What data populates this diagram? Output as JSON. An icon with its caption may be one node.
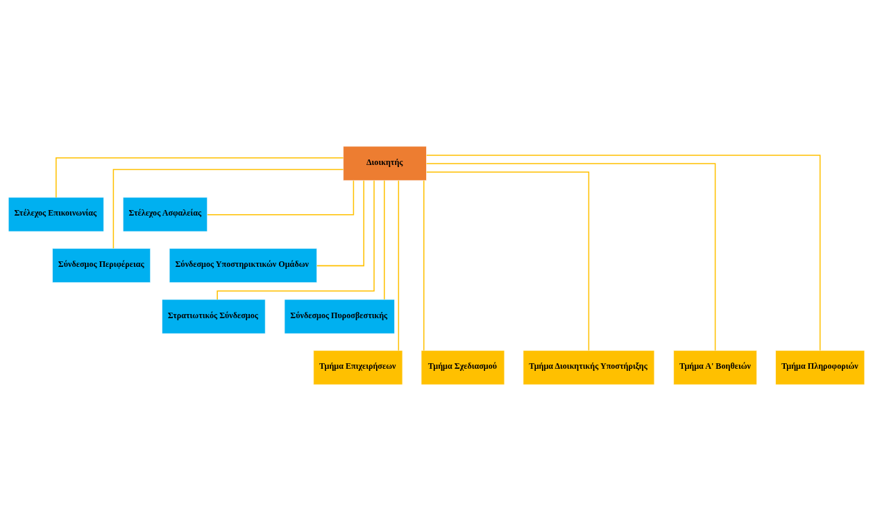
{
  "diagram": {
    "nodes": [
      {
        "text": [
          "Διοικητής"
        ]
      },
      {
        "text": [
          "Στέλεχος Επικοινωνίας"
        ]
      },
      {
        "text": [
          "Στέλεχος Ασφαλείας"
        ]
      },
      {
        "text": [
          "Σύνδεσμος Περιφέρειας"
        ]
      },
      {
        "text": [
          "Σύνδεσμος Υποστηρικτικών Ομάδων"
        ]
      },
      {
        "text": [
          "Στρατιωτικός Σύνδεσμος"
        ]
      },
      {
        "text": [
          "Σύνδεσμος Πυροσβεστικής"
        ]
      },
      {
        "text": [
          "Τμήμα Επιχειρήσεων"
        ]
      },
      {
        "text": [
          "Τμήμα Σχεδιασμού"
        ]
      },
      {
        "text": [
          "Τμήμα Διοικητικής Υποστήριξης"
        ]
      },
      {
        "text": [
          "Τμήμα Α' Βοηθειών"
        ]
      },
      {
        "text": [
          "Τμήμα Πληροφοριών"
        ]
      }
    ],
    "edges": [
      {
        "from": 0,
        "to": 1,
        "arrow": "none"
      },
      {
        "from": 0,
        "to": 2,
        "arrow": "none"
      },
      {
        "from": 0,
        "to": 3,
        "arrow": "none"
      },
      {
        "from": 0,
        "to": 4,
        "arrow": "none"
      },
      {
        "from": 0,
        "to": 5,
        "arrow": "none"
      },
      {
        "from": 0,
        "to": 6,
        "arrow": "none"
      },
      {
        "from": 0,
        "to": 7,
        "arrow": "none"
      },
      {
        "from": 0,
        "to": 8,
        "arrow": "none"
      },
      {
        "from": 0,
        "to": 9,
        "arrow": "none"
      },
      {
        "from": 0,
        "to": 10,
        "arrow": "none"
      },
      {
        "from": 0,
        "to": 11,
        "arrow": "none"
      }
    ]
  }
}
